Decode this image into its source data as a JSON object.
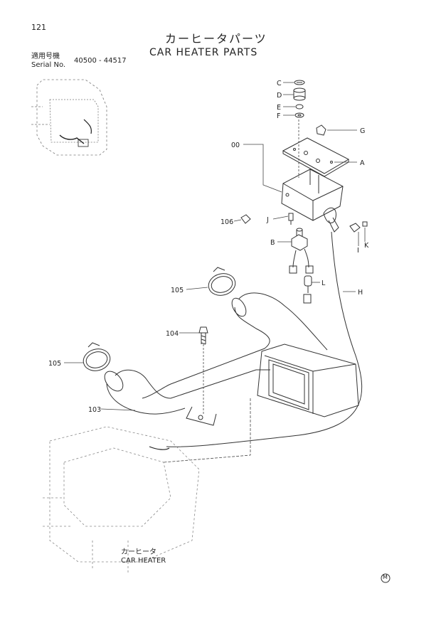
{
  "page_number": "121",
  "title_jp": "カーヒータパーツ",
  "title_en": "CAR HEATER PARTS",
  "serial_label_jp": "適用号機",
  "serial_label_en": "Serial No.",
  "serial_range": "40500 - 44517",
  "caption_jp": "カーヒータ",
  "caption_en": "CAR HEATER",
  "corner_mark": "M",
  "part_labels": {
    "C": "C",
    "D": "D",
    "E": "E",
    "F": "F",
    "G": "G",
    "A": "A",
    "00": "00",
    "106": "106",
    "J": "J",
    "I": "I",
    "K": "K",
    "B": "B",
    "L": "L",
    "H": "H",
    "105a": "105",
    "104": "104",
    "105b": "105",
    "103": "103"
  }
}
